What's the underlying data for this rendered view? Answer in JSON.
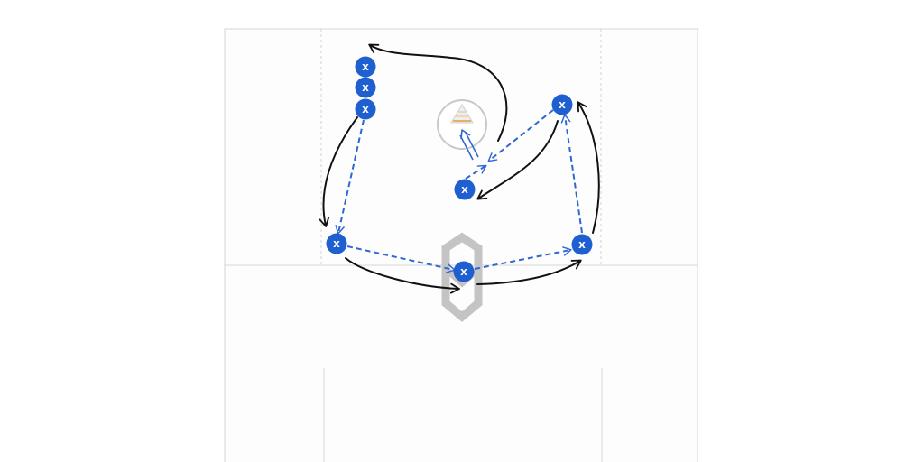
{
  "diagram": {
    "colors": {
      "background": "#ffffff",
      "field": "#fdfdfd",
      "field_line": "#d6d6d6",
      "dashed_guide": "#d2d2d2",
      "player_fill": "#1f5fcf",
      "player_text": "#ffffff",
      "pass_line": "#2f67d2",
      "run_line": "#111111",
      "crease": "#c8c8c8",
      "goal_net": "#e69a3c",
      "logo": "#c4c4c4"
    },
    "players": [
      {
        "id": "line-1",
        "label": "X"
      },
      {
        "id": "line-2",
        "label": "X"
      },
      {
        "id": "line-3",
        "label": "X"
      },
      {
        "id": "crease-player",
        "label": "X"
      },
      {
        "id": "top-right",
        "label": "X"
      },
      {
        "id": "left-wing",
        "label": "X"
      },
      {
        "id": "center",
        "label": "X"
      },
      {
        "id": "right-wing",
        "label": "X"
      }
    ],
    "goal_icon": "lacrosse-goal-icon",
    "watermark_icon": "shield-logo-icon"
  }
}
